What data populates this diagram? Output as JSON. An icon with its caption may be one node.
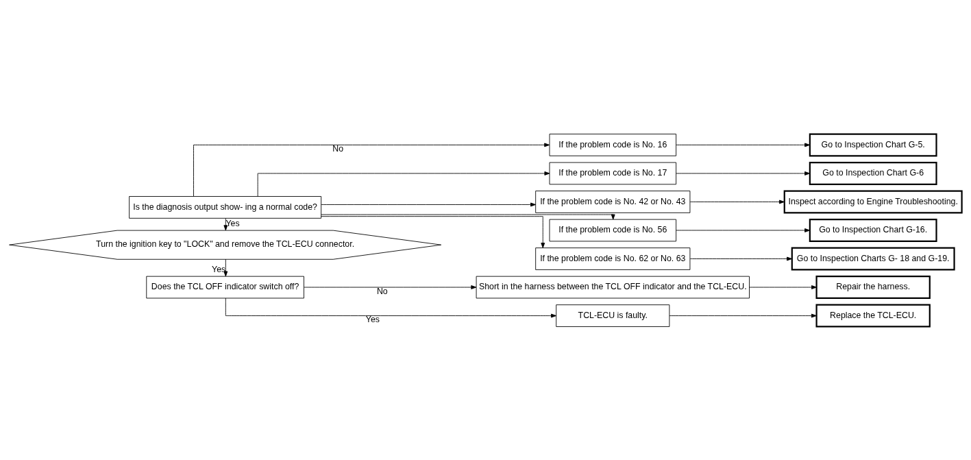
{
  "diagram": {
    "nodes": [
      {
        "text": [
          "Is the diagnosis output show- ing a normal code?"
        ]
      },
      {
        "text": [
          "Turn the ignition key to \"LOCK\" and remove the TCL-ECU connector."
        ]
      },
      {
        "text": [
          "Does the TCL OFF indicator switch off?"
        ]
      },
      {
        "text": [
          "If the problem code is No. 16"
        ]
      },
      {
        "text": [
          "If the problem code is No. 17"
        ]
      },
      {
        "text": [
          "If the problem code is No. 42 or No. 43"
        ]
      },
      {
        "text": [
          "If the problem code is No. 56"
        ]
      },
      {
        "text": [
          "If the problem code is No. 62 or No. 63"
        ]
      },
      {
        "text": [
          "Go to Inspection Chart G-5."
        ]
      },
      {
        "text": [
          "Go to Inspection Chart G-6"
        ]
      },
      {
        "text": [
          "Inspect according to Engine Troubleshooting."
        ]
      },
      {
        "text": [
          "Go to Inspection Chart G-16."
        ]
      },
      {
        "text": [
          "Go to Inspection Charts G- 18 and G-19."
        ]
      },
      {
        "text": [
          "Short in the harness between the TCL OFF indicator and the TCL-ECU."
        ]
      },
      {
        "text": [
          "Repair the harness."
        ]
      },
      {
        "text": [
          "TCL-ECU is faulty."
        ]
      },
      {
        "text": [
          "Replace the TCL-ECU."
        ]
      }
    ],
    "edges": [
      {
        "from": 0,
        "to": 3,
        "arrow": "to",
        "label": "No"
      },
      {
        "from": 0,
        "to": 4,
        "arrow": "to"
      },
      {
        "from": 0,
        "to": 5,
        "arrow": "to"
      },
      {
        "from": 0,
        "to": 6,
        "arrow": "to"
      },
      {
        "from": 0,
        "to": 7,
        "arrow": "to"
      },
      {
        "from": 0,
        "to": 1,
        "arrow": "to",
        "label": "Yes"
      },
      {
        "from": 1,
        "to": 2,
        "arrow": "to",
        "label": "Yes"
      },
      {
        "from": 2,
        "to": 13,
        "arrow": "to",
        "label": "No"
      },
      {
        "from": 2,
        "to": 15,
        "arrow": "to",
        "label": "Yes"
      },
      {
        "from": 3,
        "to": 8,
        "arrow": "to"
      },
      {
        "from": 4,
        "to": 9,
        "arrow": "to"
      },
      {
        "from": 5,
        "to": 10,
        "arrow": "to"
      },
      {
        "from": 6,
        "to": 11,
        "arrow": "to"
      },
      {
        "from": 7,
        "to": 12,
        "arrow": "to"
      },
      {
        "from": 13,
        "to": 14,
        "arrow": "to"
      },
      {
        "from": 15,
        "to": 16,
        "arrow": "to"
      }
    ]
  }
}
